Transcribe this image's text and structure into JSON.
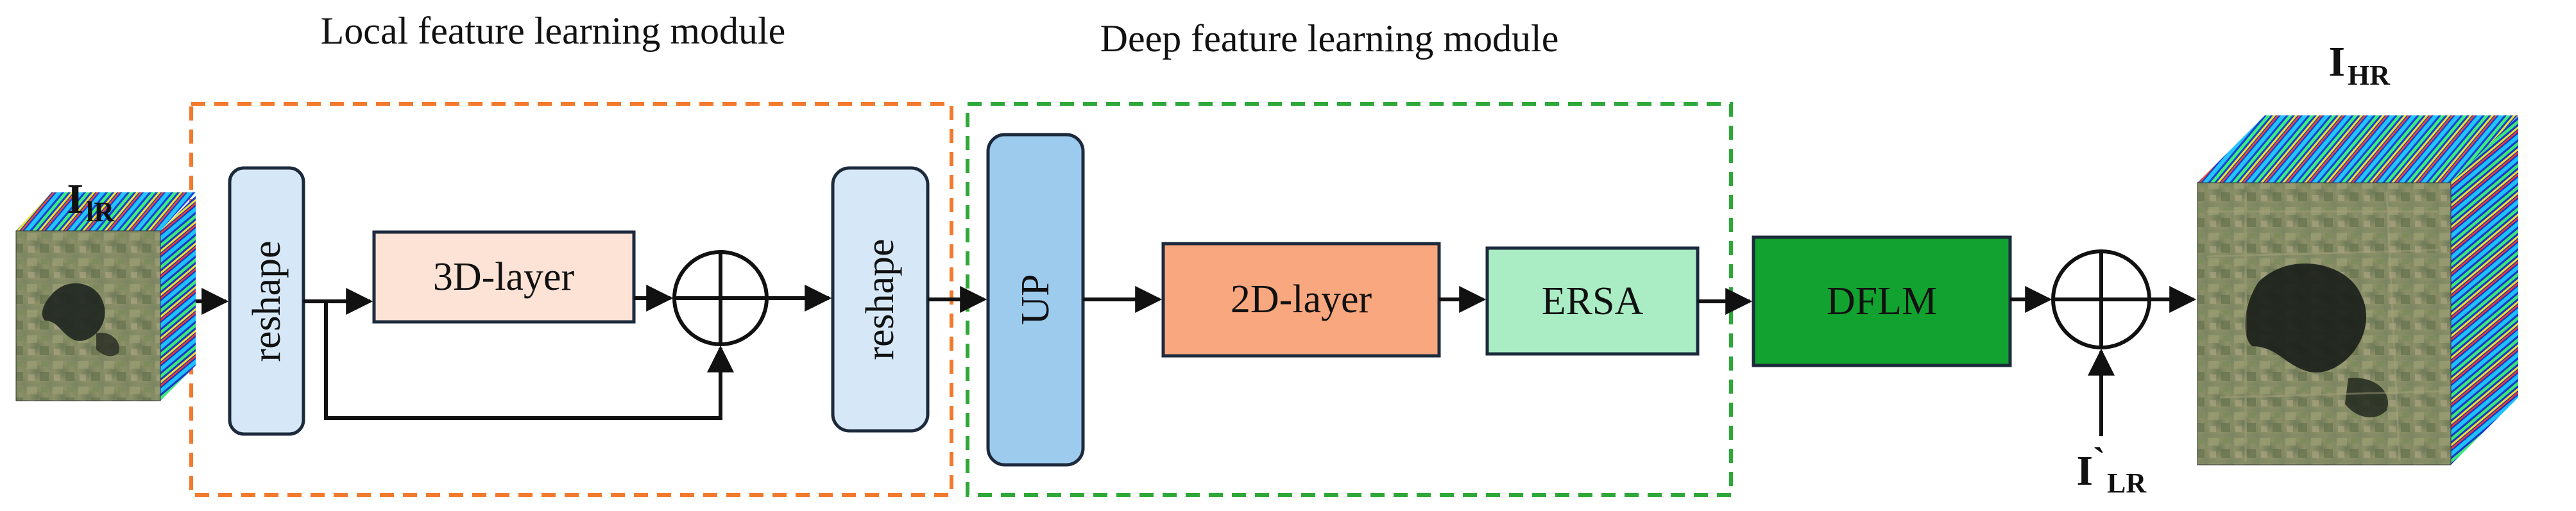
{
  "modules": {
    "local_title": "Local feature learning module",
    "deep_title": "Deep feature learning module",
    "local_border_color": "#F37A2D",
    "deep_border_color": "#2FA83A"
  },
  "symbols": {
    "input": {
      "main": "I",
      "sub": "lR"
    },
    "output": {
      "main": "I",
      "sub": "HR"
    },
    "residual": {
      "main": "I",
      "mark": "`",
      "sub": "LR"
    }
  },
  "blocks": {
    "reshape_1": {
      "label": "reshape",
      "fill": "#D6E8F7"
    },
    "layer_3d": {
      "label": "3D-layer",
      "fill": "#FDE2D6"
    },
    "reshape_2": {
      "label": "reshape",
      "fill": "#D6E8F7"
    },
    "up": {
      "label": "UP",
      "fill": "#9DCBEE"
    },
    "layer_2d": {
      "label": "2D-layer",
      "fill": "#F9A77E"
    },
    "ersa": {
      "label": "ERSA",
      "fill": "#AAEDC5"
    },
    "dflm": {
      "label": "DFLM",
      "fill": "#12A22F"
    }
  },
  "icons": {
    "sum_1": "circled-plus-icon",
    "sum_2": "circled-plus-icon",
    "input_cube": "hyperspectral-cube-icon",
    "output_cube": "hyperspectral-cube-icon"
  }
}
